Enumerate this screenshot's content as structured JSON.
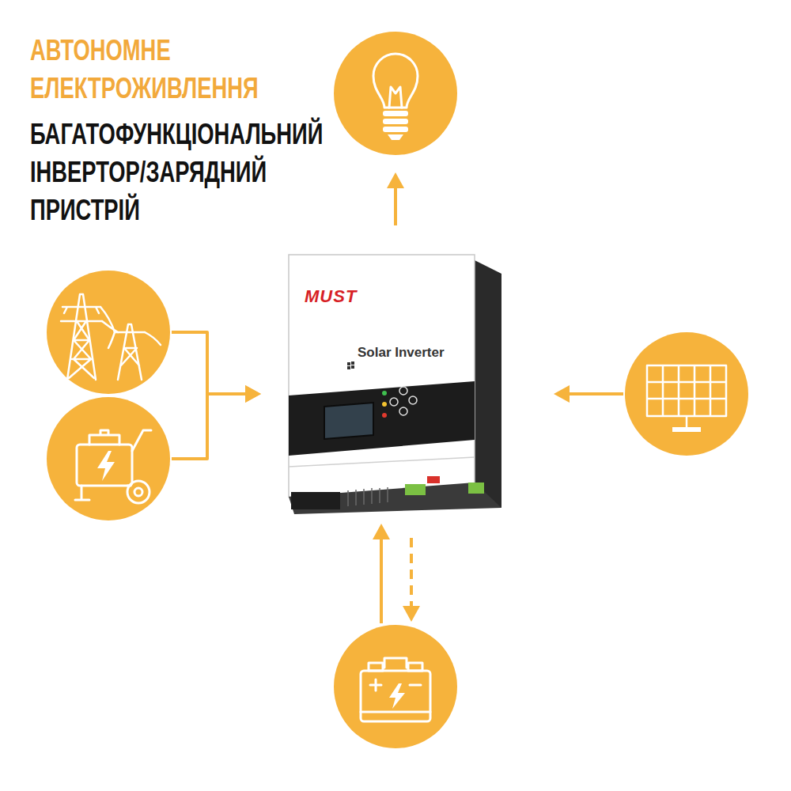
{
  "diagram": {
    "title": "АВТОНОМНЕ ЕЛЕКТРОЖИВЛЕННЯ",
    "nodes": [
      {
        "text": []
      },
      {
        "text": []
      },
      {
        "text": [
          "MUST",
          "Solar Inverter"
        ]
      },
      {
        "text": []
      },
      {
        "text": []
      },
      {
        "text": []
      }
    ],
    "edges": [
      {
        "from": 2,
        "to": 0,
        "arrow": "to"
      },
      {
        "from": 1,
        "to": 2,
        "arrow": "to"
      },
      {
        "from": 4,
        "to": 2,
        "arrow": "to"
      },
      {
        "from": 3,
        "to": 2,
        "arrow": "to"
      },
      {
        "from": 5,
        "to": 2,
        "arrow": "to"
      },
      {
        "from": 2,
        "to": 5,
        "arrow": "to"
      }
    ],
    "labels": [
      "БАГАТОФУНКЦІОНАЛЬНИЙ ІНВЕРТОР/ЗАРЯДНИЙ ПРИСТРІЙ"
    ]
  }
}
